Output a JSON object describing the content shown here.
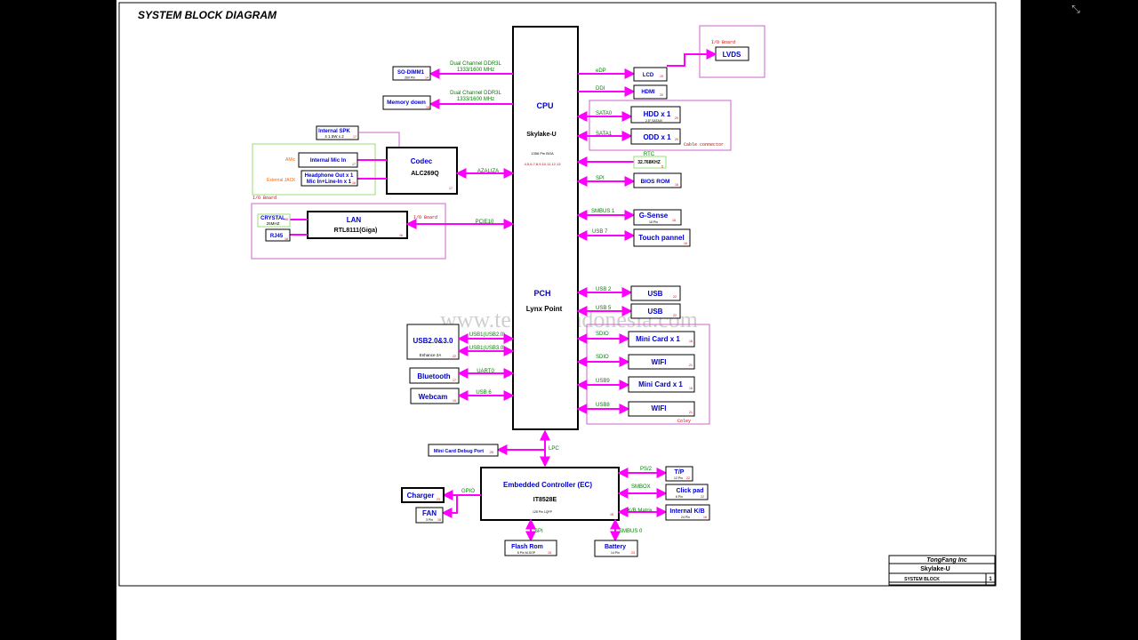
{
  "title": "SYSTEM BLOCK DIAGRAM",
  "watermark": "www.teknisi-indonesia.com",
  "colors": {
    "bus": "#ff00ff",
    "label": "#008000",
    "block": "#0000cc",
    "ref": "#cc0000",
    "group": "#cc66cc",
    "audio_group": "#99dd77",
    "accent": "#ff6600"
  },
  "cpu": {
    "title": "CPU",
    "name": "Skylake-U",
    "pkg": "1356 Pin BGA",
    "pages": "4,5,6,7,8,9,10,11,12,13"
  },
  "pch": {
    "title": "PCH",
    "name": "Lynx Point"
  },
  "left": {
    "sodimm": {
      "label": "SO-DIMM1",
      "sub": "260 Pin",
      "ref": "14",
      "bus1": "Dual Channel DDR3L",
      "bus2": "1333/1600 MHz"
    },
    "memdown": {
      "label": "Memory down",
      "ref": "15",
      "bus1": "Dual Channel DDR3L",
      "bus2": "1333/1600 MHz"
    },
    "spk": {
      "label": "Internal SPK",
      "sub": "4   1.5W x 2",
      "ref": "17"
    },
    "codec": {
      "title": "Codec",
      "name": "ALC269Q",
      "ref": "17",
      "bus": "AZALIZA"
    },
    "mic": {
      "label": "Internal Mic In",
      "ref": "17",
      "tag": "AMic"
    },
    "hp": {
      "line1": "Headphone Out x 1",
      "line2": "Mic In+Line-In x 1",
      "ref": "16",
      "tag": "External JACK"
    },
    "audio_group": "I/O Board",
    "lan": {
      "title": "LAN",
      "name": "RTL8111(Giga)",
      "ref": "16",
      "bus": "PCIE10",
      "group": "I/O Board"
    },
    "crystal": {
      "label": "CRYSTAL",
      "sub": "25MHZ",
      "ref": "16"
    },
    "rj45": {
      "label": "RJ45",
      "ref": "16"
    },
    "usb_combo": {
      "label": "USB2.0&3.0",
      "sub": "Enhance 2A",
      "ref": "22",
      "bus1": "USB1(USB2.0)",
      "bus2": "USB1(USB3.0)"
    },
    "bluetooth": {
      "label": "Bluetooth",
      "ref": "17",
      "bus": "UART0"
    },
    "webcam": {
      "label": "Webcam",
      "ref": "19",
      "bus": "USB 6"
    }
  },
  "right": {
    "lvds": {
      "label": "LVDS",
      "group": "I/O Board"
    },
    "lcd": {
      "label": "LCD",
      "ref": "19",
      "bus": "eDP"
    },
    "hdmi": {
      "label": "HDMI",
      "ref": "20",
      "bus": "DDI"
    },
    "hdd": {
      "label": "HDD x 1",
      "sub": "2.5\" SATAIII",
      "ref": "20",
      "bus": "SATA0"
    },
    "odd": {
      "label": "ODD x 1",
      "ref": "20",
      "bus": "SATA1",
      "group": "Cable connector"
    },
    "rtc": {
      "label": "32.768KHZ",
      "ref": "5",
      "bus": "RTC"
    },
    "bios": {
      "label": "BIOS ROM",
      "ref": "16",
      "bus": "SPI"
    },
    "gsense": {
      "label": "G-Sense",
      "sub": "16 Pin",
      "ref": "16",
      "bus": "SMBUS 1"
    },
    "touch": {
      "label": "Touch pannel",
      "ref": "16",
      "bus": "USB 7"
    },
    "usb2": {
      "label": "USB",
      "ref": "22",
      "bus": "USB 2"
    },
    "usb5": {
      "label": "USB",
      "ref": "22",
      "bus": "USB 5"
    },
    "mc1": {
      "label": "Mini Card x 1",
      "ref": "16",
      "bus": "SDIO"
    },
    "wifi1": {
      "label": "WIFI",
      "ref": "21",
      "bus": "SDIO"
    },
    "mc2": {
      "label": "Mini Card x 1",
      "ref": "16",
      "bus": "USB9"
    },
    "wifi2": {
      "label": "WIFI",
      "ref": "21",
      "bus": "USB8"
    },
    "wifi_group": "Coley"
  },
  "ec": {
    "title": "Embedded Controller (EC)",
    "name": "IT8528E",
    "pkg": "128 Pin LQFP",
    "ref": "18",
    "lpc": "LPC",
    "debug": {
      "label": "Mini Card Debug Port",
      "ref": "26"
    },
    "charger": {
      "label": "Charger",
      "ref": "23"
    },
    "fan": {
      "label": "FAN",
      "sub": "3 Pin",
      "ref": "18"
    },
    "gpio": "GPIO",
    "flash": {
      "label": "Flash Rom",
      "sub": "8 Pin M-SOP",
      "ref": "15",
      "bus": "SPI"
    },
    "battery": {
      "label": "Battery",
      "sub": "14 Pin",
      "ref": "23",
      "bus": "SMBUS 0"
    },
    "tp": {
      "label": "T/P",
      "sub": "12 Pin",
      "ref": "22",
      "bus": "PS/2"
    },
    "click": {
      "label": "Click pad",
      "sub": "6 Pin",
      "ref": "22",
      "bus": "SMBOX"
    },
    "kb": {
      "label": "Internal K/B",
      "sub": "24 Pin",
      "ref": "16",
      "bus": "K/B Matrix"
    }
  },
  "titleblock": {
    "company": "TongFang Inc",
    "model": "Skylake-U",
    "sheet": "SYSTEM BLOCK",
    "page": "1"
  }
}
